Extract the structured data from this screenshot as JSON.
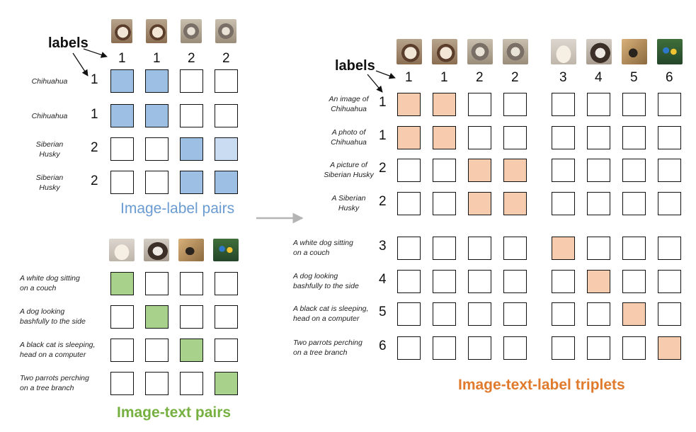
{
  "colors": {
    "blue": "#9dbfe4",
    "light_blue": "#c9dcf1",
    "green": "#a8d18c",
    "orange": "#f7cbad",
    "title_blue": "#6a9bd1",
    "title_green": "#76b041",
    "title_orange": "#e07b2d",
    "arrow": "#b4b4b4"
  },
  "panel_a": {
    "header": "labels",
    "col_labels": [
      "1",
      "1",
      "2",
      "2"
    ],
    "images": [
      "chihuahua-photo",
      "chihuahua-photo",
      "husky-photo",
      "husky-photo"
    ],
    "rows": [
      {
        "text": [
          "Chihuahua"
        ],
        "label": "1",
        "fill": [
          "blue",
          "blue",
          "",
          ""
        ]
      },
      {
        "text": [
          "Chihuahua"
        ],
        "label": "1",
        "fill": [
          "blue",
          "blue",
          "",
          ""
        ]
      },
      {
        "text": [
          "Siberian",
          "Husky"
        ],
        "label": "2",
        "fill": [
          "",
          "",
          "blue",
          "light_blue"
        ]
      },
      {
        "text": [
          "Siberian",
          "Husky"
        ],
        "label": "2",
        "fill": [
          "",
          "",
          "blue",
          "blue"
        ]
      }
    ],
    "title": "Image-label pairs"
  },
  "panel_b": {
    "images": [
      "white-dog-photo",
      "shy-dog-photo",
      "cat-photo",
      "parrots-photo"
    ],
    "rows": [
      {
        "text": [
          "A white dog sitting",
          "on a couch"
        ],
        "fill": [
          "green",
          "",
          "",
          ""
        ]
      },
      {
        "text": [
          "A dog looking",
          "bashfully to the side"
        ],
        "fill": [
          "",
          "green",
          "",
          ""
        ]
      },
      {
        "text": [
          "A black cat is sleeping,",
          "head on a computer"
        ],
        "fill": [
          "",
          "",
          "green",
          ""
        ]
      },
      {
        "text": [
          "Two parrots  perching",
          "on  a tree branch"
        ],
        "fill": [
          "",
          "",
          "",
          "green"
        ]
      }
    ],
    "title": "Image-text pairs"
  },
  "panel_c": {
    "header": "labels",
    "col_labels": [
      "1",
      "1",
      "2",
      "2",
      "3",
      "4",
      "5",
      "6"
    ],
    "images": [
      "chihuahua-photo",
      "chihuahua-photo",
      "husky-photo",
      "husky-photo",
      "white-dog-photo",
      "shy-dog-photo",
      "cat-photo",
      "parrots-photo"
    ],
    "rows": [
      {
        "text": [
          "An image of",
          "Chihuahua"
        ],
        "label": "1",
        "fill": [
          "orange",
          "orange",
          "",
          "",
          "",
          "",
          "",
          ""
        ]
      },
      {
        "text": [
          "A photo of",
          "Chihuahua"
        ],
        "label": "1",
        "fill": [
          "orange",
          "orange",
          "",
          "",
          "",
          "",
          "",
          ""
        ]
      },
      {
        "text": [
          "A picture of",
          "Siberian Husky"
        ],
        "label": "2",
        "fill": [
          "",
          "",
          "orange",
          "orange",
          "",
          "",
          "",
          ""
        ]
      },
      {
        "text": [
          "A Siberian",
          "Husky"
        ],
        "label": "2",
        "fill": [
          "",
          "",
          "orange",
          "orange",
          "",
          "",
          "",
          ""
        ]
      },
      {
        "text": [
          "A white dog sitting",
          "on a couch"
        ],
        "label": "3",
        "fill": [
          "",
          "",
          "",
          "",
          "orange",
          "",
          "",
          ""
        ]
      },
      {
        "text": [
          "A dog looking",
          "bashfully to the side"
        ],
        "label": "4",
        "fill": [
          "",
          "",
          "",
          "",
          "",
          "orange",
          "",
          ""
        ]
      },
      {
        "text": [
          "A black cat is sleeping,",
          "head on a computer"
        ],
        "label": "5",
        "fill": [
          "",
          "",
          "",
          "",
          "",
          "",
          "orange",
          ""
        ]
      },
      {
        "text": [
          "Two parrots  perching",
          "on  a tree branch"
        ],
        "label": "6",
        "fill": [
          "",
          "",
          "",
          "",
          "",
          "",
          "",
          "orange"
        ]
      }
    ],
    "title": "Image-text-label triplets"
  }
}
